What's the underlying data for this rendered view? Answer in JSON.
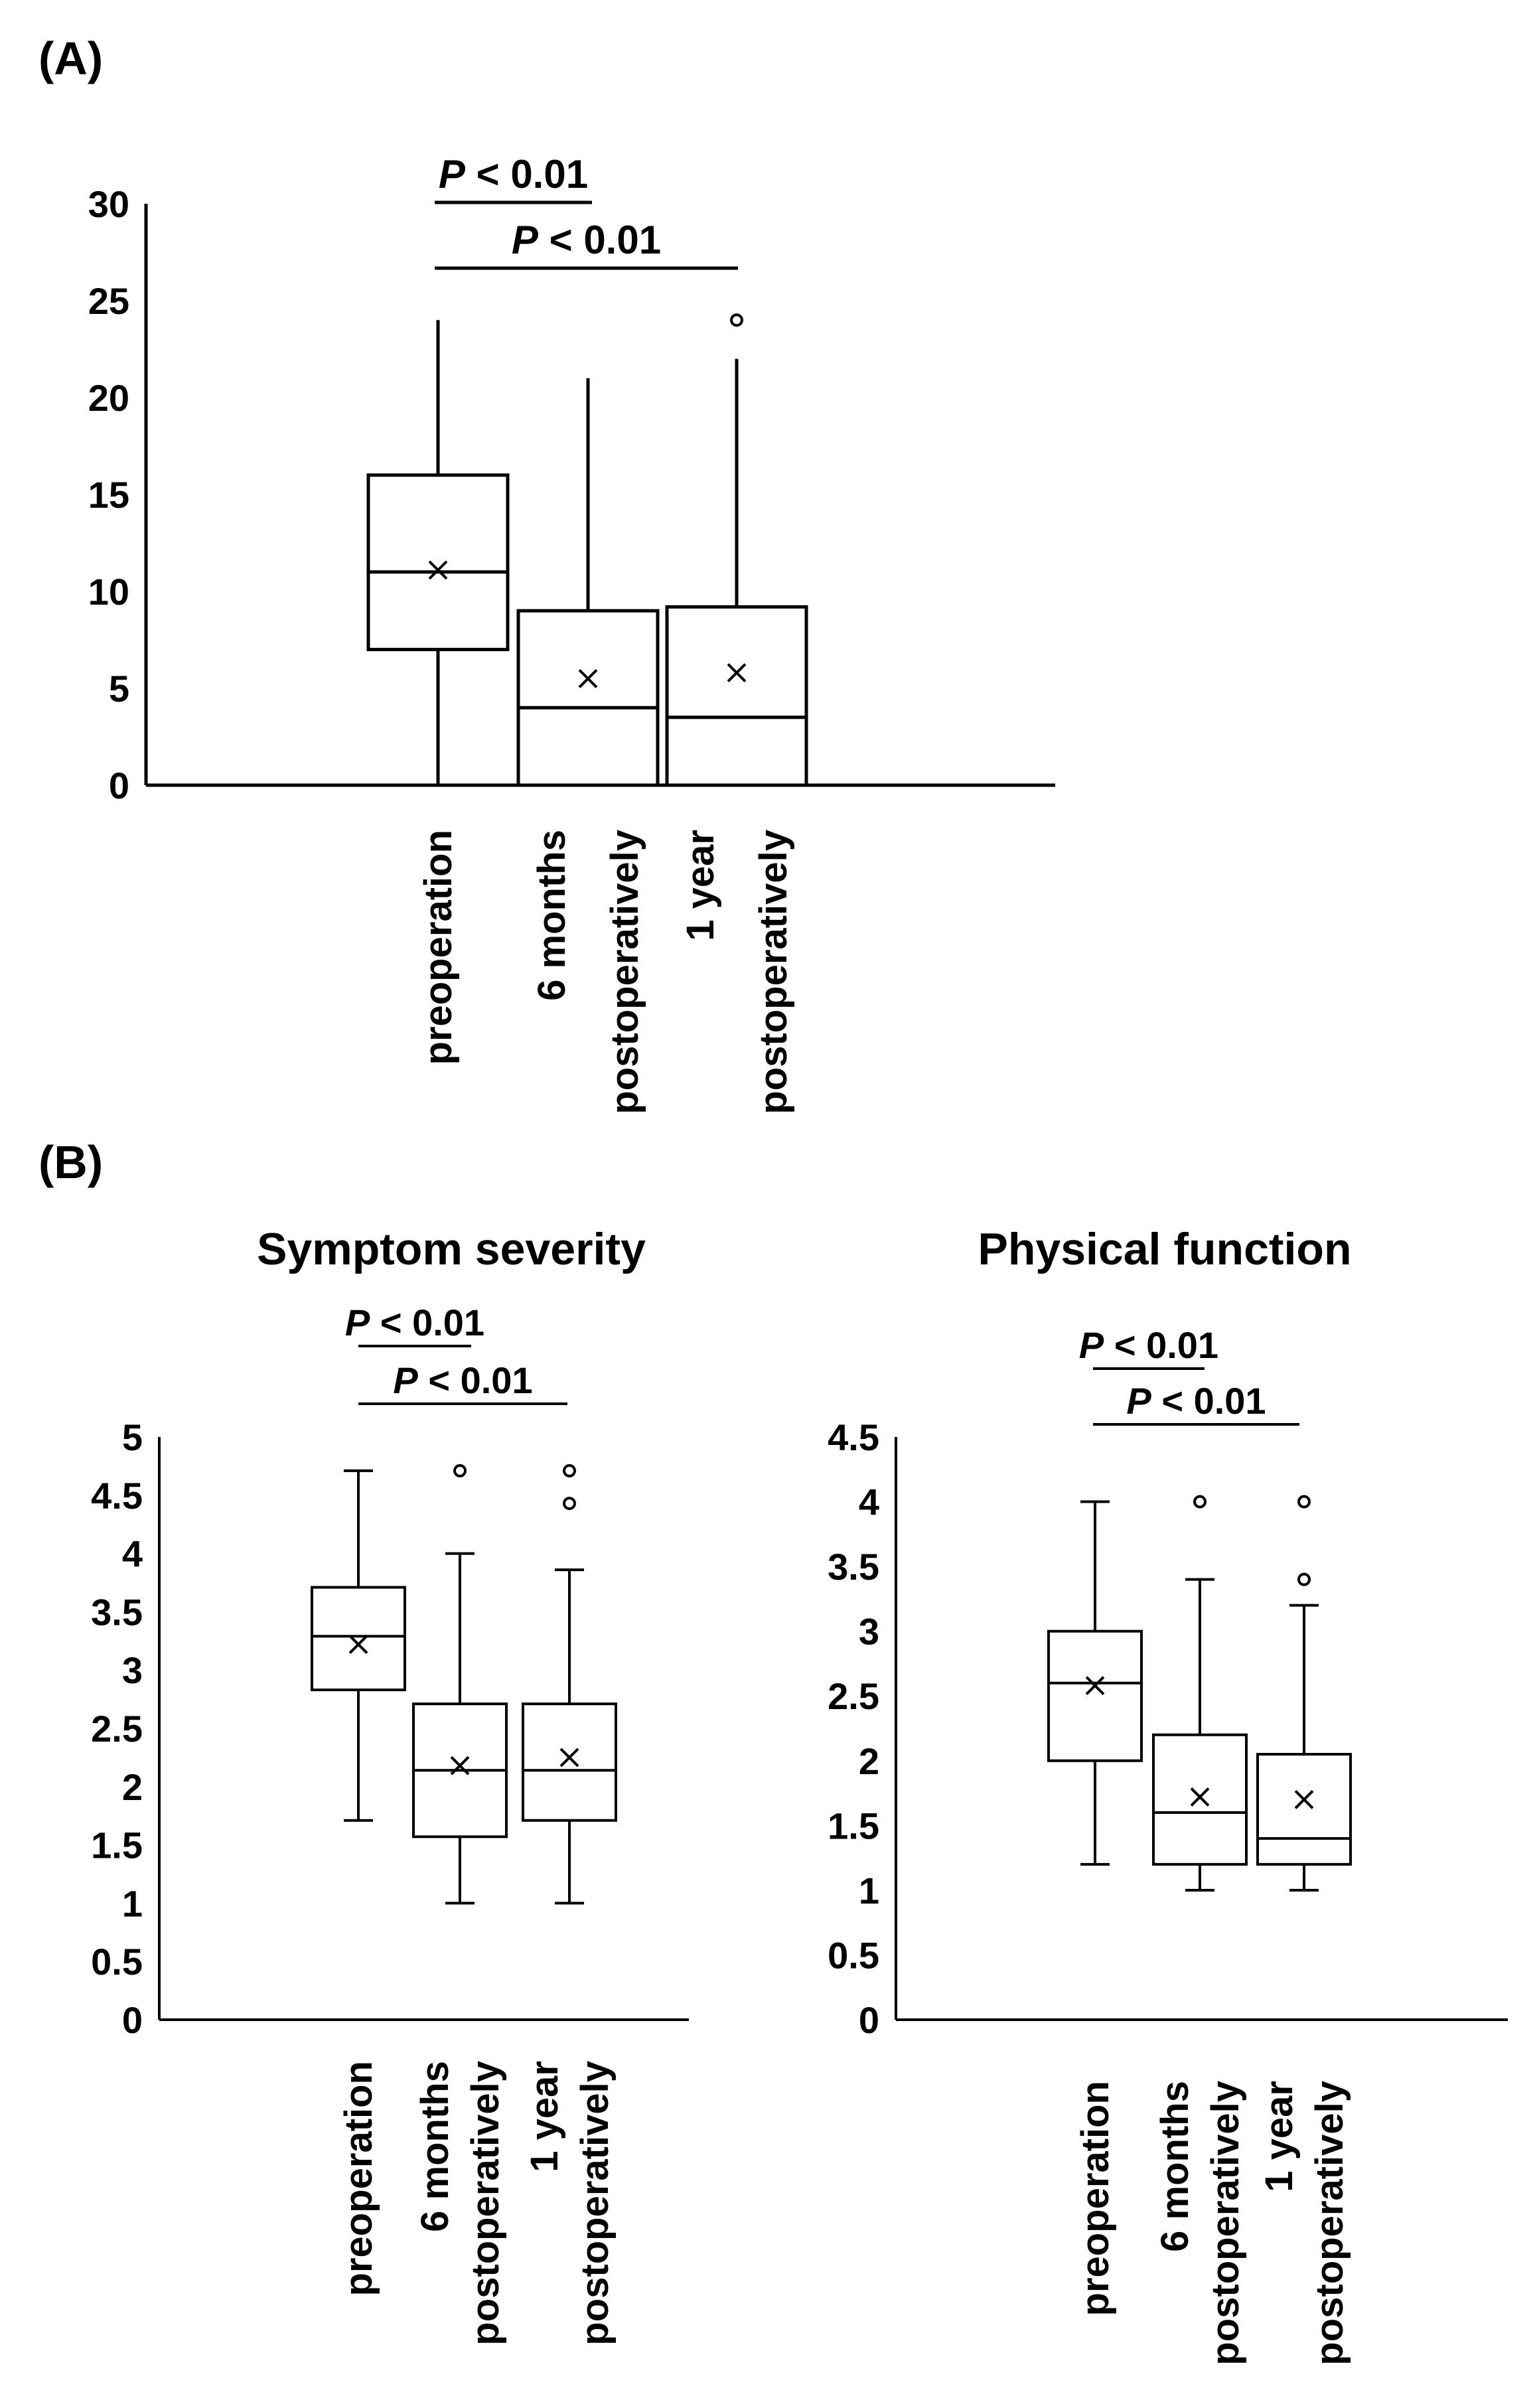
{
  "chart_data": [
    {
      "panel": "(A)",
      "type": "box",
      "title": "",
      "categories": [
        "preoperation",
        "6 months postoperatively",
        "1 year postoperatively"
      ],
      "ylim": [
        0,
        30
      ],
      "yticks": [
        0,
        5,
        10,
        15,
        20,
        25,
        30
      ],
      "boxes": [
        {
          "whisker_low": 0,
          "q1": 7,
          "median": 11,
          "q3": 16,
          "whisker_high": 24,
          "mean": 11.1,
          "outliers": []
        },
        {
          "whisker_low": 0,
          "q1": 0,
          "median": 4,
          "q3": 9,
          "whisker_high": 21,
          "mean": 5.5,
          "outliers": []
        },
        {
          "whisker_low": 0,
          "q1": 0,
          "median": 3.5,
          "q3": 9.2,
          "whisker_high": 22,
          "mean": 5.8,
          "outliers": [
            24
          ]
        }
      ],
      "significance": [
        {
          "from": 0,
          "to": 1,
          "label_p": "P",
          "label_rest": " < 0.01"
        },
        {
          "from": 0,
          "to": 2,
          "label_p": "P",
          "label_rest": " < 0.01"
        }
      ]
    },
    {
      "panel": "(B)",
      "type": "box",
      "title": "Symptom severity",
      "categories": [
        "preoperation",
        "6 months postoperatively",
        "1 year postoperatively"
      ],
      "ylim": [
        0,
        5
      ],
      "yticks": [
        0,
        0.5,
        1,
        1.5,
        2,
        2.5,
        3,
        3.5,
        4,
        4.5,
        5
      ],
      "boxes": [
        {
          "whisker_low": 1.71,
          "q1": 2.83,
          "median": 3.29,
          "q3": 3.71,
          "whisker_high": 4.71,
          "mean": 3.22,
          "outliers": []
        },
        {
          "whisker_low": 1.0,
          "q1": 1.57,
          "median": 2.14,
          "q3": 2.71,
          "whisker_high": 4.0,
          "mean": 2.18,
          "outliers": [
            4.71
          ]
        },
        {
          "whisker_low": 1.0,
          "q1": 1.71,
          "median": 2.14,
          "q3": 2.71,
          "whisker_high": 3.86,
          "mean": 2.25,
          "outliers": [
            4.43,
            4.71
          ]
        }
      ],
      "significance": [
        {
          "from": 0,
          "to": 1,
          "label_p": "P",
          "label_rest": " < 0.01"
        },
        {
          "from": 0,
          "to": 2,
          "label_p": "P",
          "label_rest": " < 0.01"
        }
      ]
    },
    {
      "panel": "",
      "type": "box",
      "title": "Physical function",
      "categories": [
        "preoperation",
        "6 months postoperatively",
        "1 year postoperatively"
      ],
      "ylim": [
        0,
        4.5
      ],
      "yticks": [
        0,
        0.5,
        1,
        1.5,
        2,
        2.5,
        3,
        3.5,
        4,
        4.5
      ],
      "boxes": [
        {
          "whisker_low": 1.2,
          "q1": 2.0,
          "median": 2.6,
          "q3": 3.0,
          "whisker_high": 4.0,
          "mean": 2.58,
          "outliers": []
        },
        {
          "whisker_low": 1.0,
          "q1": 1.2,
          "median": 1.6,
          "q3": 2.2,
          "whisker_high": 3.4,
          "mean": 1.72,
          "outliers": [
            4.0
          ]
        },
        {
          "whisker_low": 1.0,
          "q1": 1.2,
          "median": 1.4,
          "q3": 2.05,
          "whisker_high": 3.2,
          "mean": 1.7,
          "outliers": [
            3.4,
            4.0
          ]
        }
      ],
      "significance": [
        {
          "from": 0,
          "to": 1,
          "label_p": "P",
          "label_rest": " < 0.01"
        },
        {
          "from": 0,
          "to": 2,
          "label_p": "P",
          "label_rest": " < 0.01"
        }
      ]
    }
  ]
}
